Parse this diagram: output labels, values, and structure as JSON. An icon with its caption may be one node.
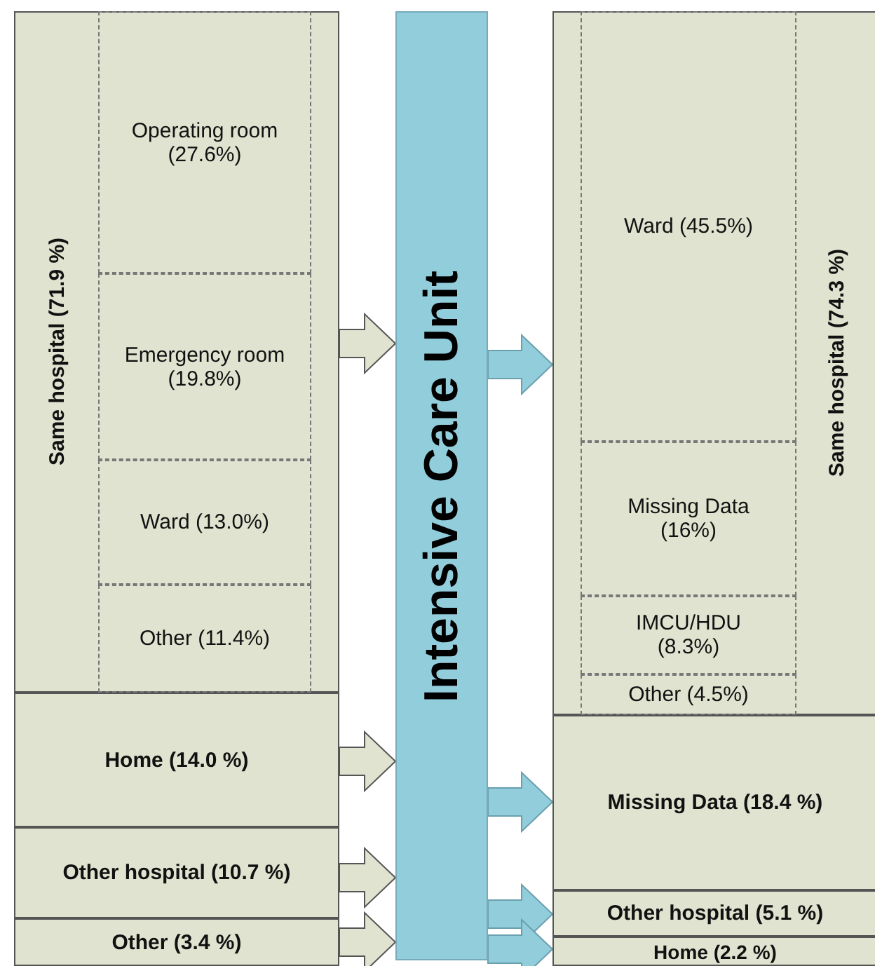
{
  "diagram": {
    "nodes": [
      {
        "text": [
          "Same hospital (71.9 %)"
        ]
      },
      {
        "text": [
          "Operating room (27.6%)"
        ],
        "in": 0
      },
      {
        "text": [
          "Emergency room (19.8%)"
        ],
        "in": 0
      },
      {
        "text": [
          "Ward (13.0%)"
        ],
        "in": 0
      },
      {
        "text": [
          "Other (11.4%)"
        ],
        "in": 0
      },
      {
        "text": [
          "Home (14.0 %)"
        ]
      },
      {
        "text": [
          "Other hospital (10.7 %)"
        ]
      },
      {
        "text": [
          "Other (3.4 %)"
        ]
      },
      {
        "text": [
          "Intensive Care Unit"
        ]
      },
      {
        "text": [
          "Same hospital (74.3 %)"
        ]
      },
      {
        "text": [
          "Ward (45.5%)"
        ],
        "in": 9
      },
      {
        "text": [
          "Missing Data (16%)"
        ],
        "in": 9
      },
      {
        "text": [
          "IMCU/HDU (8.3%)"
        ],
        "in": 9
      },
      {
        "text": [
          "Other (4.5%)"
        ],
        "in": 9
      },
      {
        "text": [
          "Missing Data (18.4 %)"
        ]
      },
      {
        "text": [
          "Other hospital (5.1 %)"
        ]
      },
      {
        "text": [
          "Home (2.2 %)"
        ]
      }
    ],
    "edges": [
      {
        "from": 0,
        "to": 8,
        "arrow": "to"
      },
      {
        "from": 5,
        "to": 8,
        "arrow": "to"
      },
      {
        "from": 6,
        "to": 8,
        "arrow": "to"
      },
      {
        "from": 7,
        "to": 8,
        "arrow": "to"
      },
      {
        "from": 8,
        "to": 9,
        "arrow": "to",
        "color": "#92cddc"
      },
      {
        "from": 8,
        "to": 14,
        "arrow": "to",
        "color": "#92cddc"
      },
      {
        "from": 8,
        "to": 15,
        "arrow": "to",
        "color": "#92cddc"
      },
      {
        "from": 8,
        "to": 16,
        "arrow": "to",
        "color": "#92cddc"
      }
    ]
  }
}
